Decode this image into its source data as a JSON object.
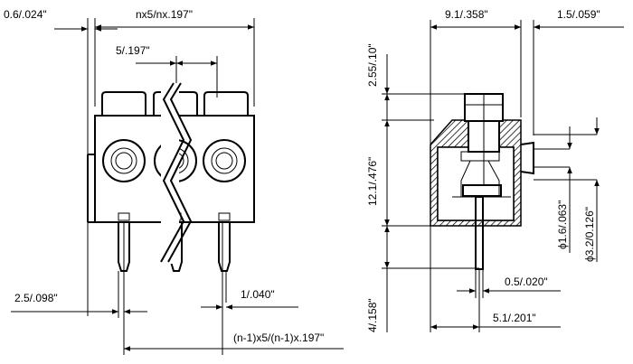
{
  "front_view": {
    "dim_pitch_total": "nx5/nx.197\"",
    "dim_pitch_single": "5/.197\"",
    "dim_pin_thickness": "0.6/.024\"",
    "dim_pin_offset": "2.5/.098\"",
    "dim_pin_length": "1/.040\"",
    "dim_pitch_n_minus_1": "(n-1)x5/(n-1)x.197\""
  },
  "side_view": {
    "dim_width": "9.1/.358\"",
    "dim_right_gap": "1.5/.059\"",
    "dim_top": "2.55/.10\"",
    "dim_body_height": "12.1/.476\"",
    "dim_bottom": "4/.158\"",
    "dim_pin_width": "0.5/.020\"",
    "dim_pin_position": "5.1/.201\"",
    "dim_hole_small": "ϕ1.6/.063\"",
    "dim_hole_large": "ϕ3.2/0.126\""
  }
}
